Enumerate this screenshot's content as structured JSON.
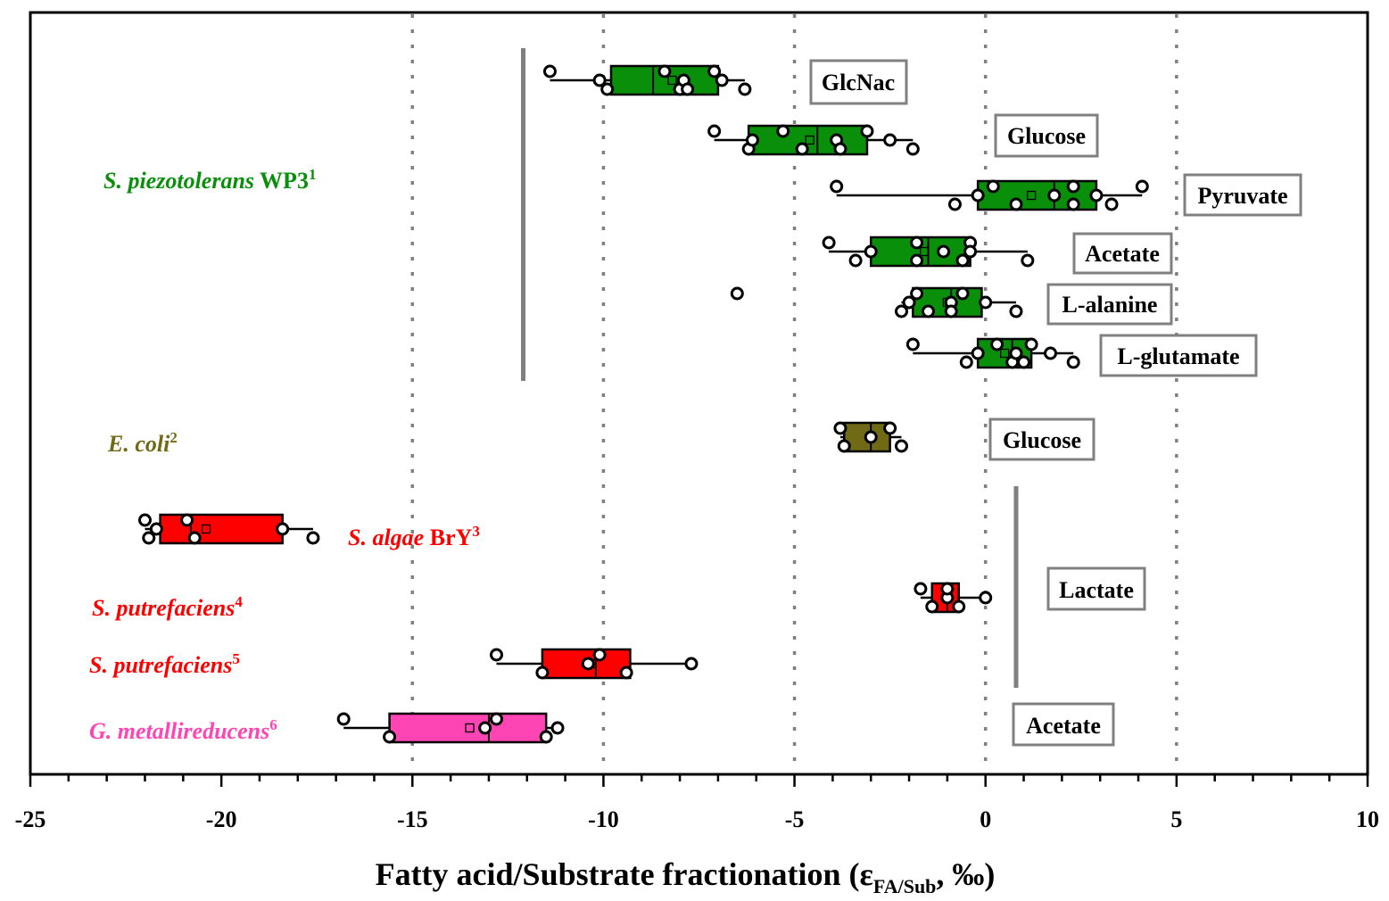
{
  "chart_data": {
    "type": "box",
    "xlabel": {
      "main": "Fatty acid/Substrate fractionation (ε",
      "sub": "FA/Sub",
      "tail": ", ‰)"
    },
    "xlim": [
      -25,
      10
    ],
    "major_ticks": [
      -25,
      -20,
      -15,
      -10,
      -5,
      0,
      5,
      10
    ],
    "minor_tick_step": 1,
    "reference_lines": [
      -15,
      -10,
      -5,
      0,
      5
    ],
    "colors": {
      "green": "#0a8f0a",
      "olive": "#706a16",
      "red": "#ff0000",
      "pink": "#ff44b4",
      "label_gray": "#808080"
    },
    "organisms": [
      {
        "name": "S. piezotolerans",
        "suffix": " WP3",
        "sup": "1",
        "color": "green"
      },
      {
        "name": "E. coli",
        "suffix": "",
        "sup": "2",
        "color": "olive"
      },
      {
        "name": "S. algae",
        "suffix": " BrY",
        "sup": "3",
        "color": "red"
      },
      {
        "name": "S. putrefaciens",
        "suffix": "",
        "sup": "4",
        "color": "red"
      },
      {
        "name": "S. putrefaciens",
        "suffix": "",
        "sup": "5",
        "color": "red"
      },
      {
        "name": "G. metallireducens",
        "suffix": "",
        "sup": "6",
        "color": "pink"
      }
    ],
    "substrates": [
      "GlcNac",
      "Glucose",
      "Pyruvate",
      "Acetate",
      "L-alanine",
      "L-glutamate",
      "Glucose",
      "Lactate",
      "Acetate"
    ],
    "series": [
      {
        "organism": 0,
        "substrate": 0,
        "color": "green",
        "q1": -9.8,
        "median": -8.7,
        "q3": -7.0,
        "mean": -8.2,
        "whisker_low": -11.4,
        "whisker_high": -6.3,
        "points": [
          -11.4,
          -9.9,
          -10.1,
          -8.4,
          -8.0,
          -7.9,
          -7.8,
          -7.1,
          -6.9,
          -6.3
        ]
      },
      {
        "organism": 0,
        "substrate": 1,
        "color": "green",
        "q1": -6.2,
        "median": -4.4,
        "q3": -3.1,
        "mean": -4.6,
        "whisker_low": -7.1,
        "whisker_high": -1.9,
        "points": [
          -7.1,
          -6.2,
          -6.1,
          -5.3,
          -4.8,
          -3.9,
          -3.8,
          -3.1,
          -2.5,
          -1.9
        ]
      },
      {
        "organism": 0,
        "substrate": 2,
        "color": "green",
        "q1": -0.2,
        "median": 1.8,
        "q3": 2.9,
        "mean": 1.2,
        "whisker_low": -3.9,
        "whisker_high": 4.1,
        "points": [
          -3.9,
          -0.8,
          -0.2,
          0.2,
          0.8,
          1.8,
          2.3,
          2.3,
          2.9,
          3.3,
          4.1
        ]
      },
      {
        "organism": 0,
        "substrate": 3,
        "color": "green",
        "q1": -3.0,
        "median": -1.5,
        "q3": -0.4,
        "mean": -1.6,
        "whisker_low": -4.1,
        "whisker_high": 1.1,
        "points": [
          -4.1,
          -3.4,
          -3.0,
          -1.8,
          -1.8,
          -1.1,
          -0.6,
          -0.4,
          -0.4,
          1.1
        ]
      },
      {
        "organism": 0,
        "substrate": 4,
        "color": "green",
        "q1": -1.9,
        "median": -0.9,
        "q3": -0.1,
        "mean": -1.0,
        "whisker_low": -2.2,
        "whisker_high": 0.8,
        "points": [
          -6.5,
          -2.2,
          -2.0,
          -1.8,
          -1.5,
          -0.9,
          -0.9,
          -0.6,
          0.0,
          0.8
        ]
      },
      {
        "organism": 0,
        "substrate": 5,
        "color": "green",
        "q1": -0.2,
        "median": 0.7,
        "q3": 1.2,
        "mean": 0.5,
        "whisker_low": -1.9,
        "whisker_high": 2.3,
        "points": [
          -1.9,
          -0.5,
          -0.2,
          0.3,
          0.7,
          0.8,
          1.0,
          1.2,
          1.7,
          2.3
        ]
      },
      {
        "organism": 1,
        "substrate": 6,
        "color": "olive",
        "q1": -3.7,
        "median": -3.0,
        "q3": -2.5,
        "mean": -3.0,
        "whisker_low": -3.8,
        "whisker_high": -2.2,
        "points": [
          -3.8,
          -3.7,
          -3.0,
          -2.5,
          -2.2
        ]
      },
      {
        "organism": 2,
        "substrate": 7,
        "color": "red",
        "q1": -21.6,
        "median": -20.8,
        "q3": -18.4,
        "mean": -20.4,
        "whisker_low": -22.0,
        "whisker_high": -17.6,
        "points": [
          -22.0,
          -21.9,
          -21.7,
          -20.9,
          -20.7,
          -18.4,
          -17.6
        ]
      },
      {
        "organism": 3,
        "substrate": 7,
        "color": "red",
        "q1": -1.4,
        "median": -1.0,
        "q3": -0.7,
        "mean": -1.0,
        "whisker_low": -1.7,
        "whisker_high": 0.0,
        "points": [
          -1.7,
          -1.4,
          -1.0,
          -1.0,
          -0.7,
          0.0
        ]
      },
      {
        "organism": 4,
        "substrate": 7,
        "color": "red",
        "q1": -11.6,
        "median": -10.2,
        "q3": -9.3,
        "mean": -10.3,
        "whisker_low": -12.8,
        "whisker_high": -7.7,
        "points": [
          -12.8,
          -11.6,
          -10.4,
          -10.1,
          -9.4,
          -7.7
        ]
      },
      {
        "organism": 5,
        "substrate": 8,
        "color": "pink",
        "q1": -15.6,
        "median": -13.0,
        "q3": -11.5,
        "mean": -13.5,
        "whisker_low": -16.8,
        "whisker_high": -11.2,
        "points": [
          -16.8,
          -15.6,
          -13.1,
          -12.8,
          -11.5,
          -11.2
        ]
      }
    ]
  }
}
